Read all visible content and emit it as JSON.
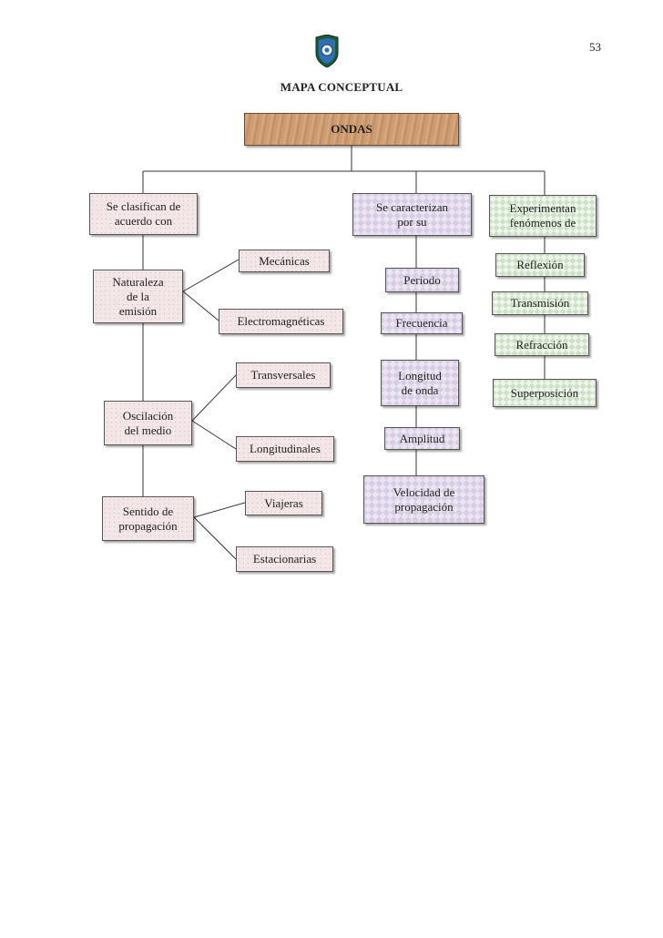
{
  "page_number": "53",
  "title": "MAPA CONCEPTUAL",
  "root": "ONDAS",
  "branch_clasifican": {
    "header": "Se clasifican  de\nacuerdo con",
    "naturaleza": {
      "label": "Naturaleza\nde la\nemisión",
      "children": [
        "Mecánicas",
        "Electromagnéticas"
      ]
    },
    "oscilacion": {
      "label": "Oscilación\ndel medio",
      "children": [
        "Transversales",
        "Longitudinales"
      ]
    },
    "sentido": {
      "label": "Sentido de\npropagación",
      "children": [
        "Viajeras",
        "Estacionarias"
      ]
    }
  },
  "branch_caracterizan": {
    "header": "Se caracterizan\npor su",
    "items": [
      "Periodo",
      "Frecuencia",
      "Longitud\nde onda",
      "Amplitud",
      "Velocidad de\npropagación"
    ]
  },
  "branch_experimentan": {
    "header": "Experimentan\nfenómenos de",
    "items": [
      "Reflexión",
      "Transmisión",
      "Refracción",
      "Superposición"
    ]
  }
}
